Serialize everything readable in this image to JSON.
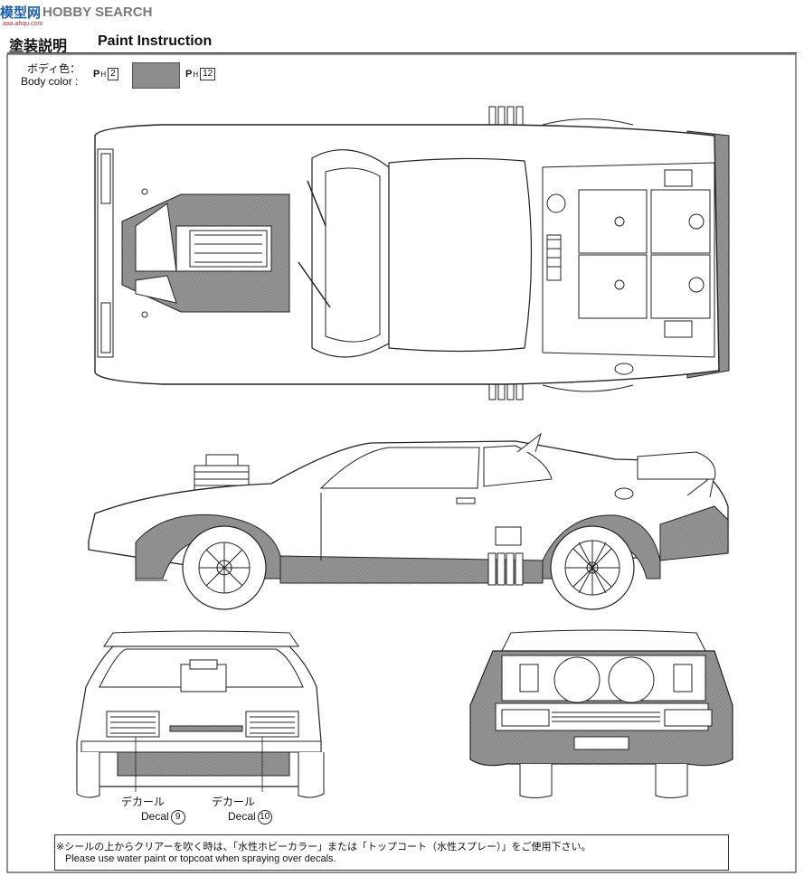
{
  "watermark": {
    "mark": "模型网",
    "brand": "HOBBY SEARCH",
    "site": "aaa.ahqu.com"
  },
  "header": {
    "title_jp": "塗装説明",
    "title_en": "Paint Instruction"
  },
  "body_color": {
    "label_jp": "ボディ色：",
    "label_en": "Body color :",
    "paint_a": {
      "prefix": "P",
      "sub": "H",
      "number": "2"
    },
    "paint_b": {
      "prefix": "P",
      "sub": "H",
      "number": "12"
    },
    "swatch_color": "#8c8c8c"
  },
  "decals": [
    {
      "label_jp": "デカール",
      "label_en": "Decal",
      "number": "9"
    },
    {
      "label_jp": "デカール",
      "label_en": "Decal",
      "number": "10"
    }
  ],
  "note": {
    "jp": "※シールの上からクリアーを吹く時は、「水性ホビーカラー」または「トップコート（水性スプレー）」をご使用下さい。",
    "en": "Please use water paint or topcoat when spraying over decals."
  },
  "colors": {
    "line": "#222222",
    "shade": "#8c8c8c",
    "accent": "#1a5fb4"
  }
}
